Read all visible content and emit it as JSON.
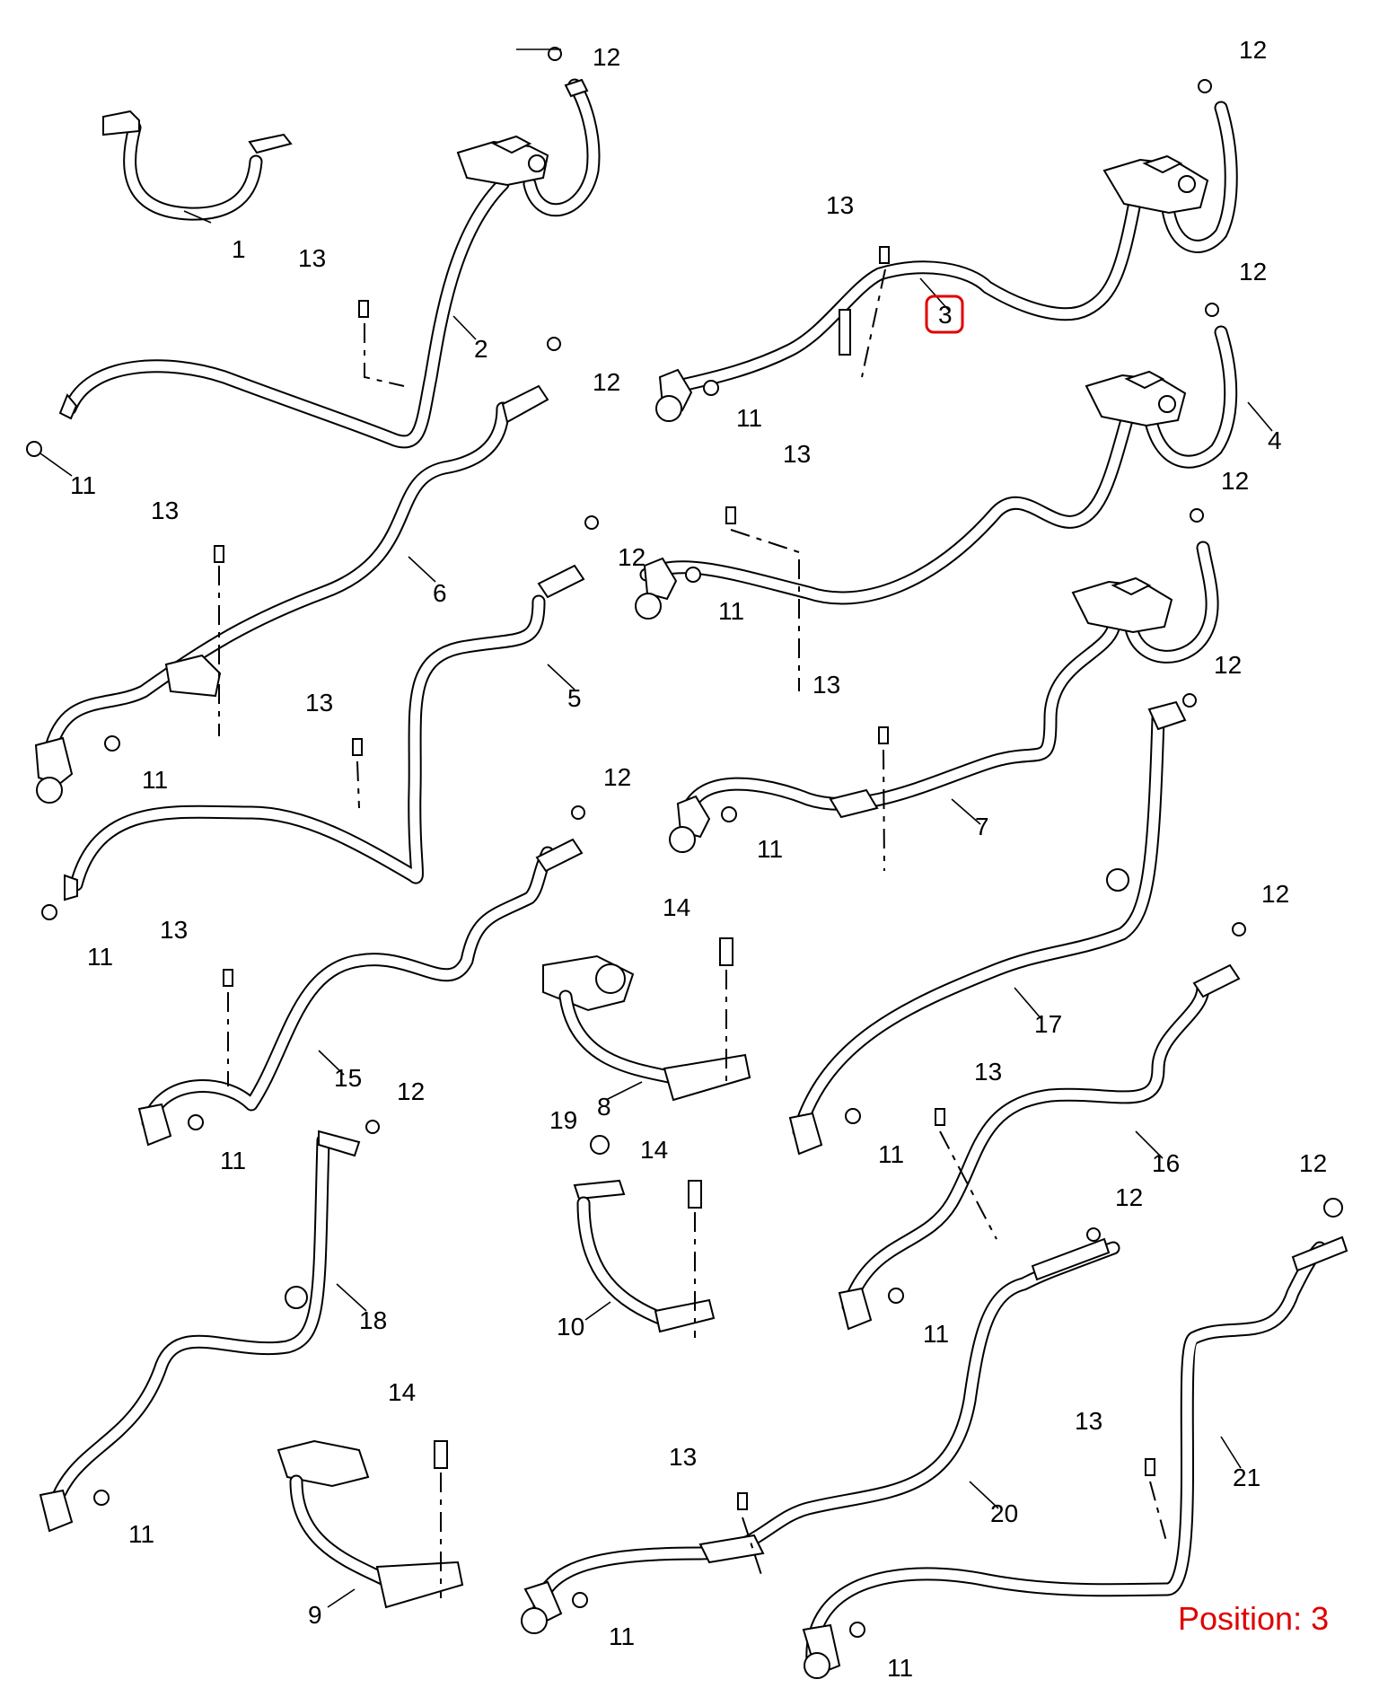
{
  "callouts": {
    "c1": "1",
    "c2": "2",
    "c3": "3",
    "c4": "4",
    "c5": "5",
    "c6": "6",
    "c7": "7",
    "c8": "8",
    "c9": "9",
    "c10": "10",
    "c15": "15",
    "c16": "16",
    "c17": "17",
    "c18": "18",
    "c19": "19",
    "c20": "20",
    "c21": "21",
    "n11": "11",
    "n12": "12",
    "n13": "13",
    "n14": "14"
  },
  "highlight": {
    "label": "3",
    "position_text": "Position: 3",
    "color": "#e00000"
  }
}
